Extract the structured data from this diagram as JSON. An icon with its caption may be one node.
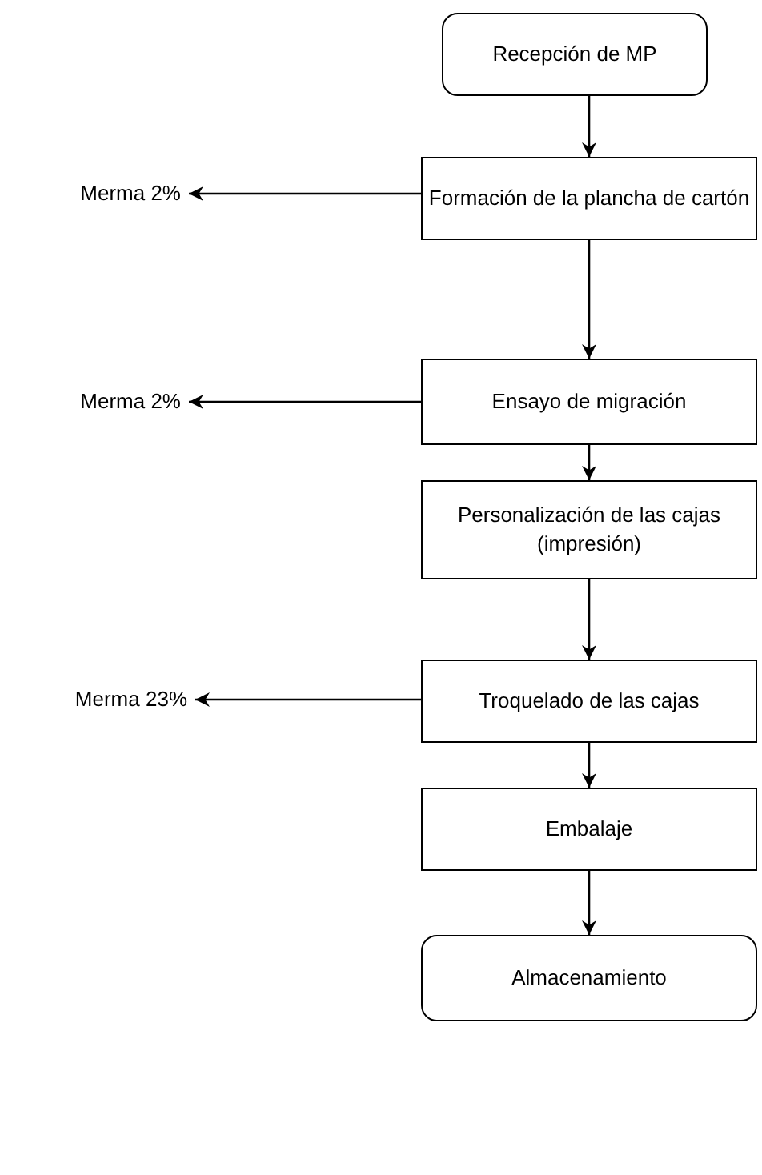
{
  "diagram": {
    "nodes": [
      {
        "text": [
          "Recepción de MP"
        ]
      },
      {
        "text": [
          "Formación de la plancha de cartón"
        ]
      },
      {
        "text": [
          "Ensayo de migración"
        ]
      },
      {
        "text": [
          "Personalización de las cajas (impresión)"
        ]
      },
      {
        "text": [
          "Troquelado de las cajas"
        ]
      },
      {
        "text": [
          "Embalaje"
        ]
      },
      {
        "text": [
          "Almacenamiento"
        ]
      },
      {
        "text": [
          "Merma 2%"
        ]
      },
      {
        "text": [
          "Merma 2%"
        ]
      },
      {
        "text": [
          "Merma 23%"
        ]
      }
    ],
    "edges": [
      {
        "from": 0,
        "to": 1,
        "arrow": "to"
      },
      {
        "from": 1,
        "to": 2,
        "arrow": "to"
      },
      {
        "from": 2,
        "to": 3,
        "arrow": "to"
      },
      {
        "from": 3,
        "to": 4,
        "arrow": "to"
      },
      {
        "from": 4,
        "to": 5,
        "arrow": "to"
      },
      {
        "from": 5,
        "to": 6,
        "arrow": "to"
      },
      {
        "from": 1,
        "to": 7,
        "arrow": "to"
      },
      {
        "from": 2,
        "to": 8,
        "arrow": "to"
      },
      {
        "from": 4,
        "to": 9,
        "arrow": "to"
      }
    ]
  }
}
